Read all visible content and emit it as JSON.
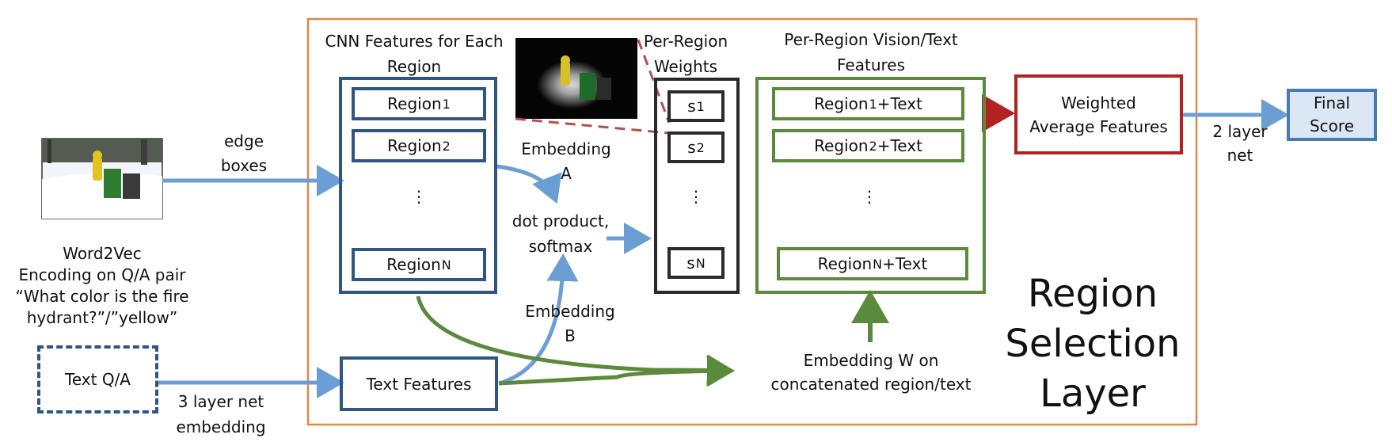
{
  "layer_title": [
    "Region",
    "Selection",
    "Layer"
  ],
  "input_image": {
    "label_lines": [
      "edge",
      "boxes"
    ]
  },
  "word2vec": {
    "lines": [
      "Word2Vec",
      "Encoding on Q/A pair",
      "“What color is the fire",
      "hydrant?”/”yellow”"
    ]
  },
  "text_qa": {
    "label": "Text Q/A",
    "arrow_label_lines": [
      "3 layer net",
      "embedding"
    ]
  },
  "cnn": {
    "title_lines": [
      "CNN Features for Each",
      "Region"
    ],
    "regions": [
      {
        "name": "Region",
        "sub": "1"
      },
      {
        "name": "Region",
        "sub": "2"
      },
      {
        "name": "Region",
        "sub": "N"
      }
    ],
    "ellipsis": "⋮"
  },
  "text_features": {
    "label": "Text Features"
  },
  "embedding_a": {
    "lines": [
      "Embedding",
      "A"
    ]
  },
  "embedding_b": {
    "lines": [
      "Embedding",
      "B"
    ]
  },
  "dot_product": {
    "lines": [
      "dot product,",
      "softmax"
    ]
  },
  "weights": {
    "title_lines": [
      "Per-Region",
      "Weights"
    ],
    "items": [
      {
        "name": "s",
        "sub": "1"
      },
      {
        "name": "s",
        "sub": "2"
      },
      {
        "name": "s",
        "sub": "N"
      }
    ],
    "ellipsis": "⋮"
  },
  "vision_text": {
    "title_lines": [
      "Per-Region Vision/Text",
      "Features"
    ],
    "items": [
      {
        "name": "Region",
        "sub": "1",
        "suffix": "+Text"
      },
      {
        "name": "Region",
        "sub": "2",
        "suffix": "+Text"
      },
      {
        "name": "Region",
        "sub": "N",
        "suffix": "+Text"
      }
    ],
    "ellipsis": "⋮"
  },
  "embedding_w": {
    "lines": [
      "Embedding W on",
      "concatenated region/text"
    ]
  },
  "weighted_avg": {
    "lines": [
      "Weighted",
      "Average Features"
    ]
  },
  "final": {
    "lines": [
      "Final",
      "Score"
    ],
    "arrow_label_lines": [
      "2 layer",
      "net"
    ]
  },
  "colors": {
    "blue_arrow": "#6b9fd4",
    "green_arrow": "#5b8a3c",
    "red_arrow": "#b22222",
    "layer_border": "#e0874a",
    "dashed_red": "#b05050",
    "final_fill": "#dbe7f5",
    "final_border": "#4a7ab5"
  }
}
